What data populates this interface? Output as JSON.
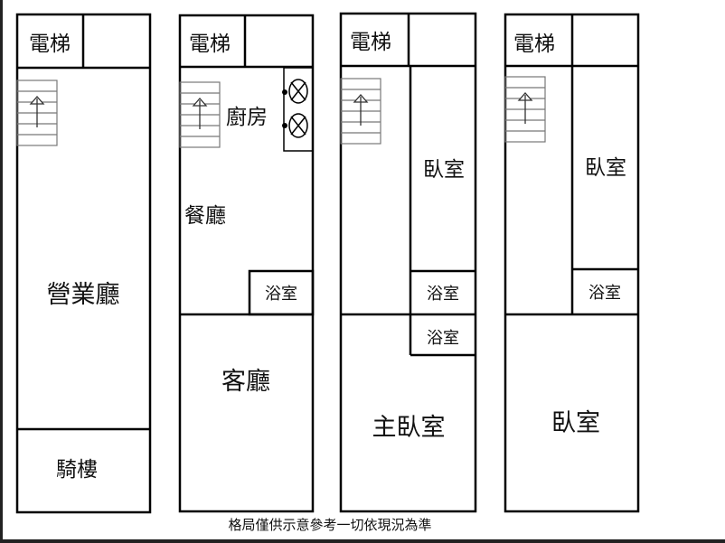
{
  "plans": [
    {
      "name": "floor-1",
      "rooms": {
        "elevator": "電梯",
        "main": "營業廳",
        "arcade": "騎樓"
      }
    },
    {
      "name": "floor-2",
      "rooms": {
        "elevator": "電梯",
        "kitchen": "廚房",
        "dining": "餐廳",
        "bath": "浴室",
        "living": "客廳"
      }
    },
    {
      "name": "floor-3",
      "rooms": {
        "elevator": "電梯",
        "bedroom": "臥室",
        "bath1": "浴室",
        "bath2": "浴室",
        "master": "主臥室"
      }
    },
    {
      "name": "floor-4",
      "rooms": {
        "elevator": "電梯",
        "bedroom1": "臥室",
        "bath": "浴室",
        "bedroom2": "臥室"
      }
    }
  ],
  "caption": "格局僅供示意參考一切依現況為準",
  "icons": [
    "stair-up-icon",
    "stove-burner-icon"
  ]
}
